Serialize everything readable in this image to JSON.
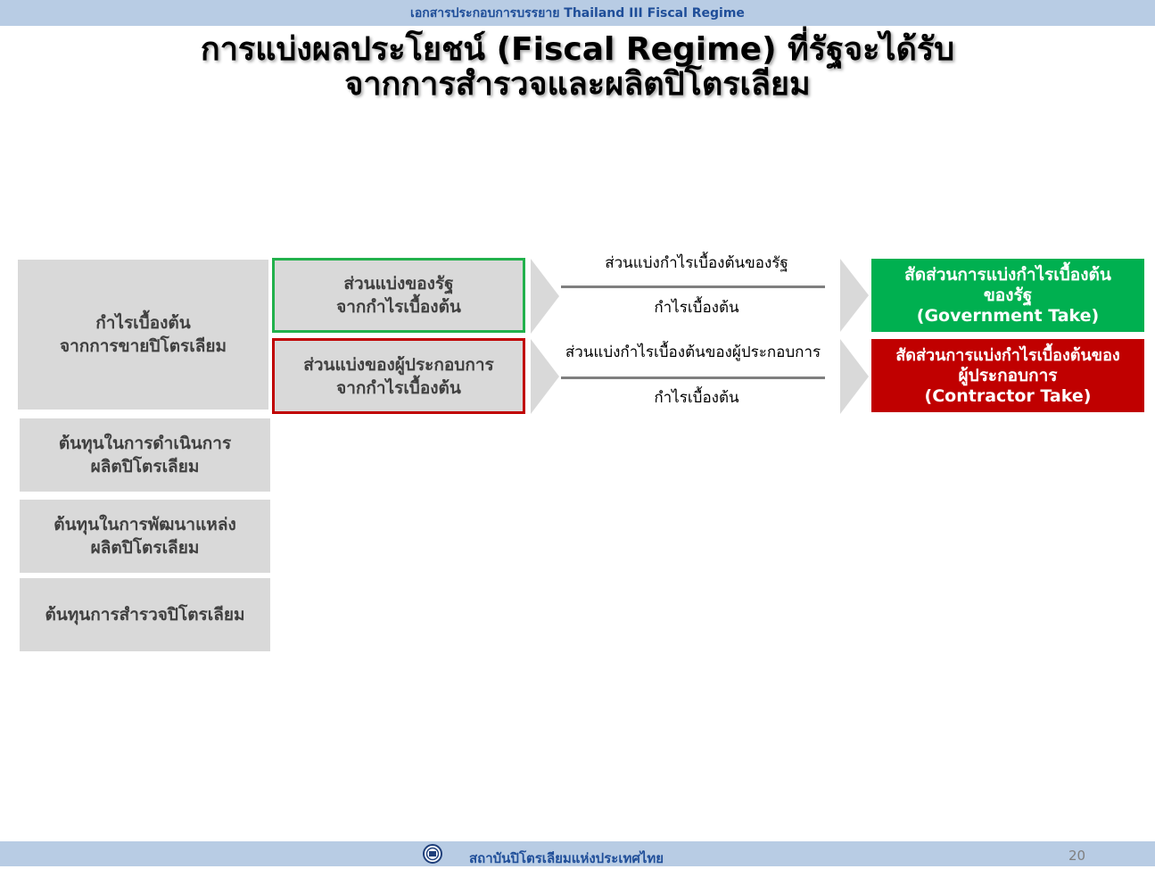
{
  "header": {
    "text": "เอกสารประกอบการบรรยาย Thailand III Fiscal Regime"
  },
  "title": {
    "line1": "การแบ่งผลประโยชน์ (Fiscal Regime) ที่รัฐจะได้รับ",
    "line2": "จากการสำรวจและผลิตปิโตรเลียม"
  },
  "left_column": {
    "profit_line1": "กำไรเบื้องต้น",
    "profit_line2": "จากการขายปิโตรเลียม",
    "production_cost_line1": "ต้นทุนในการดำเนินการ",
    "production_cost_line2": "ผลิตปิโตรเลียม",
    "development_cost_line1": "ต้นทุนในการพัฒนาแหล่ง",
    "development_cost_line2": "ผลิตปิโตรเลียม",
    "exploration_cost": "ต้นทุนการสำรวจปิโตรเลียม"
  },
  "shares": {
    "government_line1": "ส่วนแบ่งของรัฐ",
    "government_line2": "จากกำไรเบื้องต้น",
    "contractor_line1": "ส่วนแบ่งของผู้ประกอบการ",
    "contractor_line2": "จากกำไรเบื้องต้น"
  },
  "fractions": {
    "government_numerator": "ส่วนแบ่งกำไรเบื้องต้นของรัฐ",
    "government_denominator": "กำไรเบื้องต้น",
    "contractor_numerator": "ส่วนแบ่งกำไรเบื้องต้นของผู้ประกอบการ",
    "contractor_denominator": "กำไรเบื้องต้น"
  },
  "results": {
    "government_line1": "สัดส่วนการแบ่งกำไรเบื้องต้น",
    "government_line2": "ของรัฐ",
    "government_line3": "(Government Take)",
    "contractor_line1": "สัดส่วนการแบ่งกำไรเบื้องต้นของ",
    "contractor_line2": "ผู้ประกอบการ",
    "contractor_line3": "(Contractor Take)"
  },
  "footer": {
    "organization": "สถาบันปิโตรเลียมแห่งประเทศไทย",
    "page_number": "20",
    "logo_icon": "institute-logo-icon"
  },
  "colors": {
    "header_bar": "#b8cce4",
    "government_green": "#00b050",
    "contractor_red": "#c00000",
    "box_grey": "#d9d9d9"
  }
}
